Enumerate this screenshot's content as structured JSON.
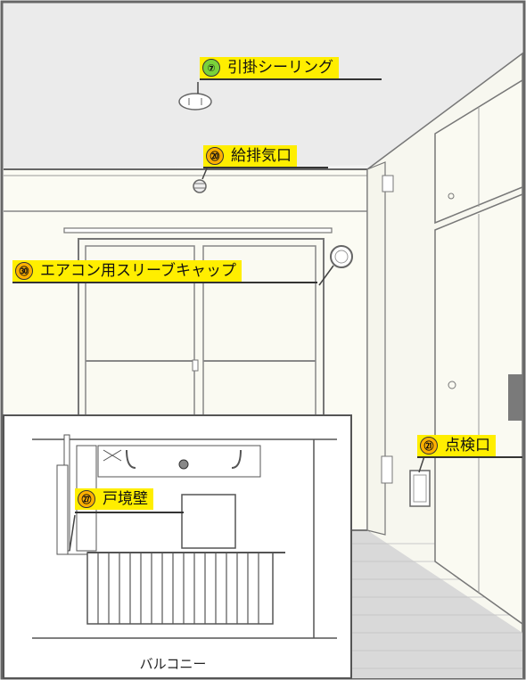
{
  "labels": [
    {
      "id": "7",
      "num": "⑦",
      "text": "引掛シーリング",
      "badge": "green"
    },
    {
      "id": "20",
      "num": "⑳",
      "text": "給排気口",
      "badge": "orange"
    },
    {
      "id": "30",
      "num": "㉚",
      "text": "エアコン用スリーブキャップ",
      "badge": "orange"
    },
    {
      "id": "21",
      "num": "㉑",
      "text": "点検口",
      "badge": "orange"
    },
    {
      "id": "27",
      "num": "㉗",
      "text": "戸境壁",
      "badge": "orange"
    }
  ],
  "inset": {
    "caption": "バルコニー"
  },
  "colors": {
    "highlight": "#ffee00",
    "badge_green": "#7ad23a",
    "badge_orange": "#ffb000",
    "line": "#555555",
    "ceiling": "#f0f0f0",
    "wall": "#fdfdf6"
  }
}
